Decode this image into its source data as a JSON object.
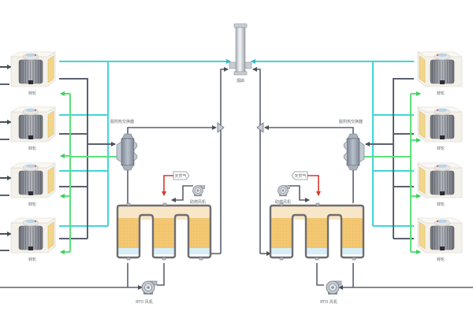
{
  "title": "RTO 转轮浓缩焚烧工艺流程图",
  "colors": {
    "cyan": "#3fd6dc",
    "gray_pipe": "#5c6170",
    "green": "#5ee07a",
    "red": "#d23a2e",
    "bed_top": "#f8e6c8",
    "bed_media": "#f4c873",
    "bed_bottom": "#d6eef8",
    "bed_frame": "#6e6e72"
  },
  "labels": {
    "chimney": "烟囱",
    "rotor": "转轮",
    "heat_exchanger": "脱附热交换器",
    "natural_gas": "天然气",
    "combustion_fan": "助燃风机",
    "rto_fan": "RTO 风机"
  },
  "rotors": {
    "left": [
      {
        "label": "转轮"
      },
      {
        "label": "转轮"
      },
      {
        "label": "转轮"
      },
      {
        "label": "转轮"
      }
    ],
    "right": [
      {
        "label": "转轮"
      },
      {
        "label": "转轮"
      },
      {
        "label": "转轮"
      },
      {
        "label": "转轮"
      }
    ]
  },
  "units": {
    "left": {
      "heat_exchanger": "脱附热交换器",
      "natural_gas": "天然气",
      "combustion_fan": "助燃风机",
      "rto_fan": "RTO 风机"
    },
    "right": {
      "heat_exchanger": "脱附热交换器",
      "natural_gas": "天然气",
      "combustion_fan": "助燃风机",
      "rto_fan": "RTO 风机"
    }
  }
}
